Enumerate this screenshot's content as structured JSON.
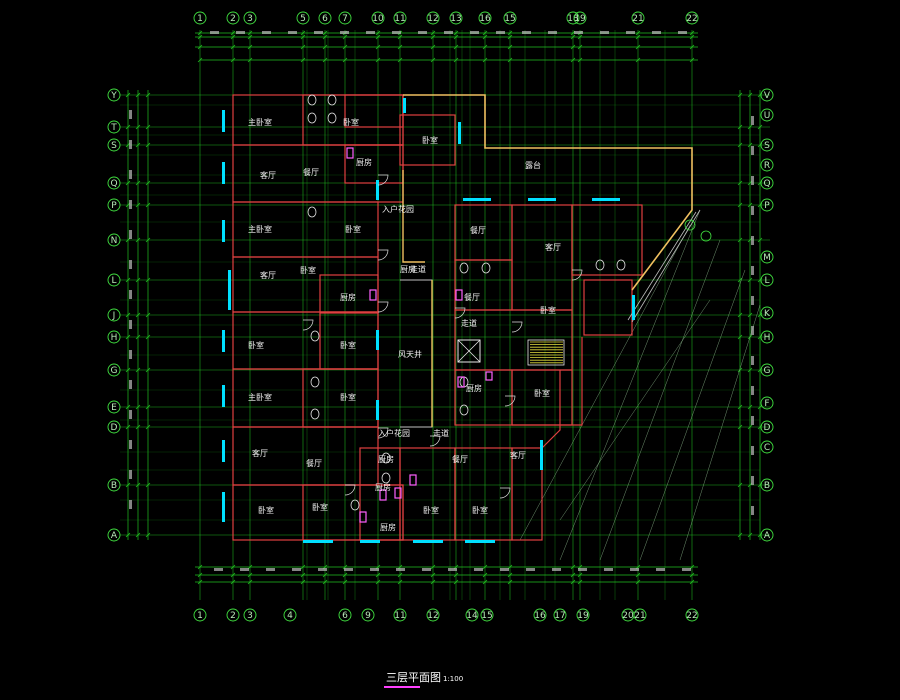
{
  "drawing": {
    "title": "三层平面图",
    "scale": "1:100",
    "colors": {
      "background": "#000000",
      "grid": "#20c020",
      "axis_circle": "#40e040",
      "wall": "#e04040",
      "window": "#00e0ff",
      "door": "#e0e0e0",
      "balcony": "#f0c060",
      "fixture": "#ff60ff",
      "title_underline": "#ff40ff"
    }
  },
  "axes": {
    "top": [
      "1",
      "2",
      "3",
      "5",
      "6",
      "7",
      "10",
      "11",
      "12",
      "13",
      "16",
      "15",
      "18",
      "19",
      "21",
      "22"
    ],
    "bottom": [
      "1",
      "2",
      "3",
      "4",
      "6",
      "9",
      "11",
      "12",
      "14",
      "15",
      "16",
      "17",
      "19",
      "20",
      "21",
      "22"
    ],
    "left": [
      "Y",
      "T",
      "S",
      "Q",
      "P",
      "N",
      "L",
      "J",
      "H",
      "G",
      "E",
      "D",
      "B",
      "A"
    ],
    "right": [
      "V",
      "U",
      "S",
      "R",
      "Q",
      "P",
      "M",
      "L",
      "K",
      "H",
      "G",
      "F",
      "D",
      "C",
      "B",
      "A"
    ]
  },
  "rooms": [
    {
      "label": "主卧室"
    },
    {
      "label": "卧室"
    },
    {
      "label": "卧室"
    },
    {
      "label": "厨房"
    },
    {
      "label": "客厅"
    },
    {
      "label": "餐厅"
    },
    {
      "label": "露台"
    },
    {
      "label": "入户花园"
    },
    {
      "label": "主卧室"
    },
    {
      "label": "卧室"
    },
    {
      "label": "客厅"
    },
    {
      "label": "卧室"
    },
    {
      "label": "客厅"
    },
    {
      "label": "餐厅"
    },
    {
      "label": "厨房"
    },
    {
      "label": "走道"
    },
    {
      "label": "厨房"
    },
    {
      "label": "餐厅"
    },
    {
      "label": "走道"
    },
    {
      "label": "卧室"
    },
    {
      "label": "卧室"
    },
    {
      "label": "卧室"
    },
    {
      "label": "风天井"
    },
    {
      "label": "主卧室"
    },
    {
      "label": "卧室"
    },
    {
      "label": "厨房"
    },
    {
      "label": "卧室"
    },
    {
      "label": "客厅"
    },
    {
      "label": "餐厅"
    },
    {
      "label": "入户花园"
    },
    {
      "label": "走道"
    },
    {
      "label": "厨房"
    },
    {
      "label": "餐厅"
    },
    {
      "label": "客厅"
    },
    {
      "label": "卧室"
    },
    {
      "label": "卧室"
    },
    {
      "label": "厨房"
    },
    {
      "label": "卧室"
    },
    {
      "label": "卧室"
    },
    {
      "label": "厨房"
    }
  ]
}
